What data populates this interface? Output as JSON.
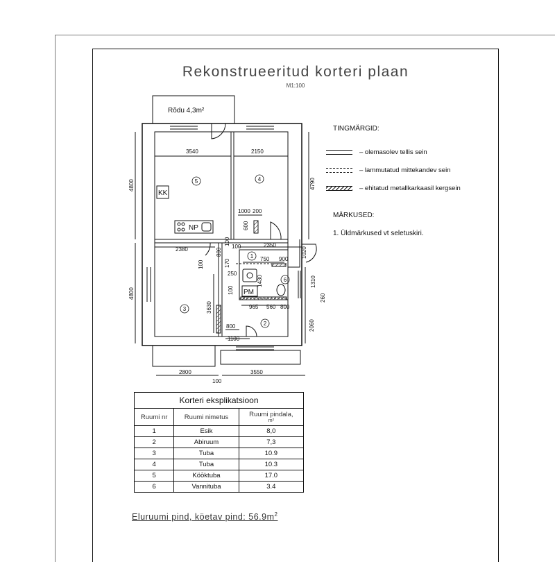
{
  "title": "Rekonstrueeritud korteri plaan",
  "scale": "M1:100",
  "balcony_label": "Rõdu 4,3m²",
  "fixtures": {
    "kk": "KK",
    "np": "NP",
    "pm": "PM"
  },
  "room_markers": [
    "1",
    "2",
    "3",
    "4",
    "5",
    "6"
  ],
  "dimensions": {
    "top_3540": "3540",
    "top_2150": "2150",
    "left_4800_top": "4800",
    "left_4800_bottom": "4800",
    "right_4790": "4790",
    "d_1000": "1000",
    "d_200": "200",
    "d_600": "600",
    "d_2380": "2380",
    "d_100a": "100",
    "d_2350": "2350",
    "d_1020": "1020",
    "d_800a": "800",
    "d_170": "170",
    "d_100b": "100",
    "d_100c": "100",
    "d_750": "750",
    "d_900": "900",
    "d_250": "250",
    "d_1430": "1430",
    "d_1310": "1310",
    "d_260": "260",
    "d_100d": "100",
    "d_965": "965",
    "d_560": "560",
    "d_800b": "800",
    "d_3630": "3630",
    "d_2060": "2060",
    "d_800c": "800",
    "d_1100": "1100",
    "bottom_2800": "2800",
    "bottom_3550": "3550",
    "bottom_100": "100"
  },
  "legend": {
    "title": "TINGMÄRGID:",
    "items": [
      {
        "pattern": "solid",
        "label": "– olemasolev tellis sein"
      },
      {
        "pattern": "dashed",
        "label": "– lammutatud mittekandev sein"
      },
      {
        "pattern": "hatched",
        "label": "– ehitatud metallkarkaasil kergsein"
      }
    ]
  },
  "notes": {
    "title": "MÄRKUSED:",
    "items": [
      "1. Üldmärkused vt seletuskiri."
    ]
  },
  "explication": {
    "caption": "Korteri eksplikatsioon",
    "headers": [
      "Ruumi nr",
      "Ruumi nimetus",
      "Ruumi pindala,",
      "m²"
    ],
    "rows": [
      [
        "1",
        "Esik",
        "8,0"
      ],
      [
        "2",
        "Abiruum",
        "7,3"
      ],
      [
        "3",
        "Tuba",
        "10.9"
      ],
      [
        "4",
        "Tuba",
        "10.3"
      ],
      [
        "5",
        "Köōktuba",
        "17.0"
      ],
      [
        "6",
        "Vannituba",
        "3.4"
      ]
    ]
  },
  "total": {
    "text": "Eluruumi pind, köetav pind: 56.9m",
    "sup": "2"
  }
}
